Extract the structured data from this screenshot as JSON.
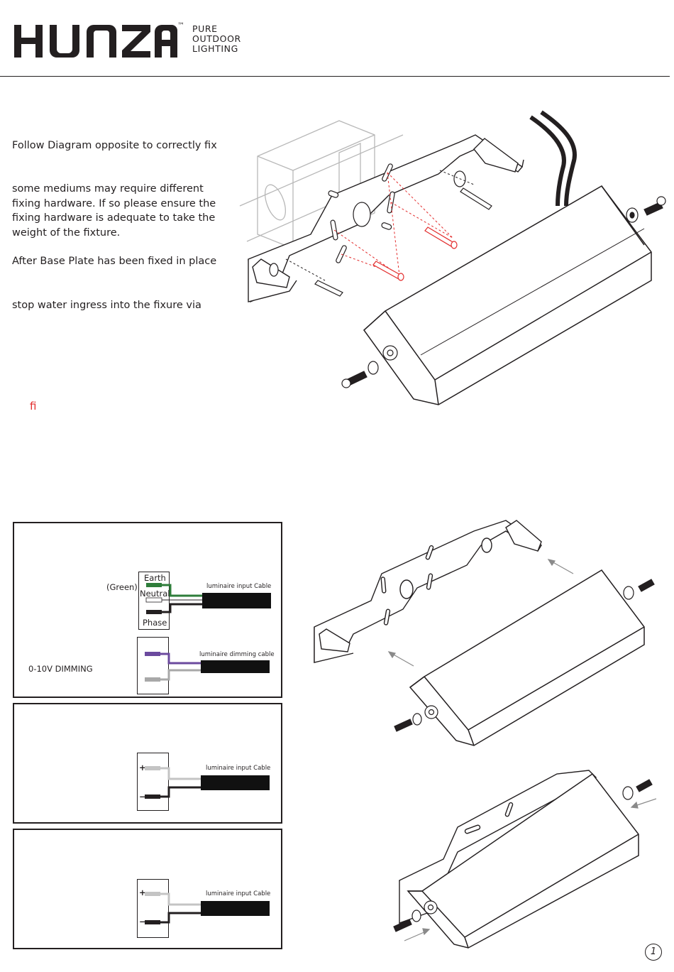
{
  "brand": {
    "logo_text": "HUNZA",
    "trademark": "™",
    "tagline": [
      "PURE",
      "OUTDOOR",
      "LIGHTING"
    ]
  },
  "instructions": {
    "line1": "Follow Diagram opposite to correctly fix",
    "para2": [
      "some mediums may require different",
      "fixing hardware. If so please ensure the",
      "fixing hardware is adequate to take the",
      "weight of the fixture."
    ],
    "line3": "After Base Plate has been fixed in place",
    "line4": "stop water ingress into the fixure via",
    "red_fragment": "fi"
  },
  "wiring": {
    "ac": {
      "green_label": "(Green)",
      "earth": "Earth",
      "neutral": "Neutral",
      "phase": "Phase",
      "cable_label": "luminaire input Cable",
      "dimming_label": "0-10V DIMMING",
      "dimming_cable_label": "luminaire dimming cable"
    },
    "dc1": {
      "plus": "+",
      "minus": "−",
      "cable_label": "luminaire input Cable"
    },
    "dc2": {
      "plus": "+",
      "minus": "−",
      "cable_label": "luminaire input Cable"
    }
  },
  "page_number": "1",
  "colors": {
    "accent_red": "#e32d2d",
    "earth_green": "#2e7d3a",
    "dim_purple": "#6b4a9e",
    "grey_wire": "#a8a8a8",
    "ink": "#231f20"
  }
}
